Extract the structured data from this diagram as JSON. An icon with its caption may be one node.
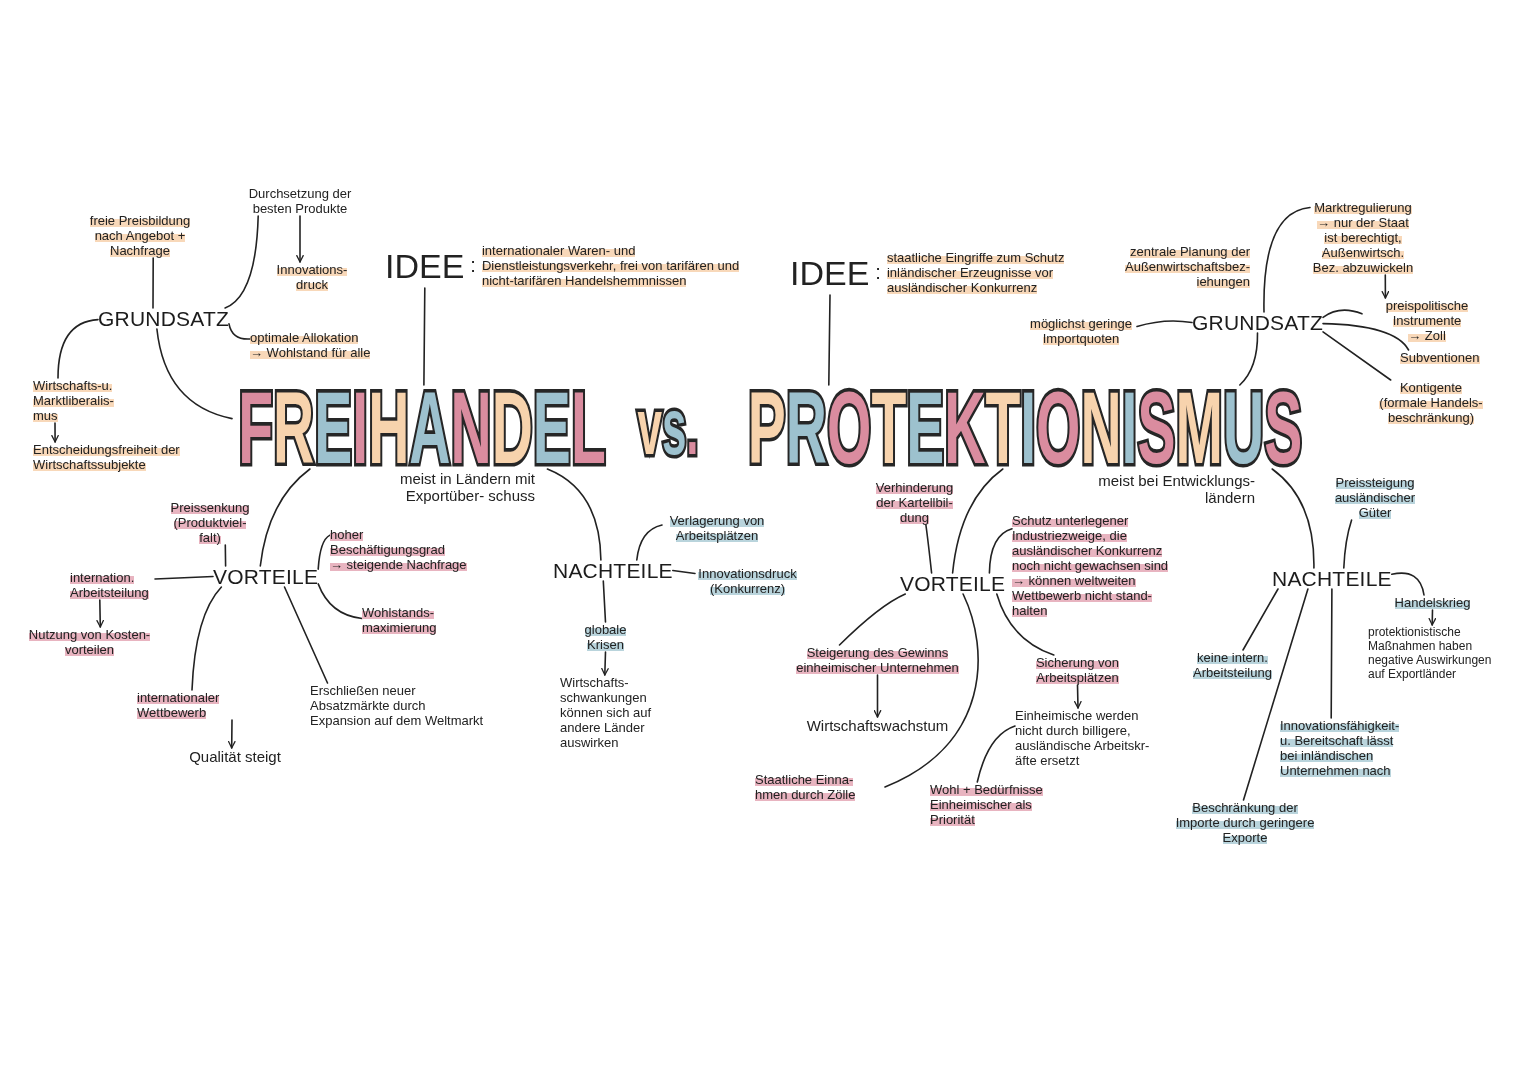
{
  "diagram": {
    "nodes": [
      {
        "text": [
          "Durchsetzung der besten Produkte"
        ]
      },
      {
        "text": [
          "freie Preisbildung nach Angebot + Nachfrage"
        ]
      },
      {
        "text": [
          "Innovations- druck"
        ]
      },
      {
        "text": [
          "IDEE",
          ":",
          "internationaler Waren- und Dienstleistungsverkehr, frei von tarifären und nicht-tarifären Handelshemmnissen"
        ]
      },
      {
        "text": [
          "IDEE",
          ":",
          "staatliche Eingriffe zum Schutz inländischer Erzeugnisse vor ausländischer Konkurrenz"
        ]
      },
      {
        "text": [
          "Marktregulierung → nur der Staat ist berechtigt, Außenwirtsch. Bez. abzuwickeln"
        ]
      },
      {
        "text": [
          "zentrale Planung der Außenwirtschaftsbez- iehungen"
        ]
      },
      {
        "text": [
          "GRUNDSATZ"
        ]
      },
      {
        "text": [
          "optimale Allokation",
          "→ Wohlstand für alle"
        ]
      },
      {
        "text": [
          "möglichst geringe Importquoten"
        ]
      },
      {
        "text": [
          "GRUNDSATZ"
        ]
      },
      {
        "text": [
          "preispolitische Instrumente",
          "→ Zoll"
        ]
      },
      {
        "text": [
          "Subventionen"
        ]
      },
      {
        "text": [
          "Wirtschafts-u. Marktliberalis- mus"
        ]
      },
      {
        "text": [
          "FREIHANDEL"
        ]
      },
      {
        "text": [
          "PROTEKTIONISMUS"
        ]
      },
      {
        "text": [
          "Kontigente (formale Handels- beschränkung)"
        ]
      },
      {
        "text": [
          "Entscheidungsfreiheit der Wirtschaftssubjekte"
        ]
      },
      {
        "text": [
          "Preissenkung (Produktviel- falt)"
        ]
      },
      {
        "text": [
          "Verhinderung der Kartellbil- dung"
        ]
      },
      {
        "text": [
          "Verlagerung von Arbeitsplätzen"
        ]
      },
      {
        "text": [
          "Schutz unterlegener Industriezweige, die ausländischer Konkurrenz noch nicht gewachsen sind → können weltweiten Wettbewerb nicht stand- halten"
        ]
      },
      {
        "text": [
          "Preissteigung ausländischer Güter"
        ]
      },
      {
        "text": [
          "hoher Beschäftigungsgrad",
          "→ steigende Nachfrage"
        ]
      },
      {
        "text": [
          "internation. Arbeitsteilung"
        ]
      },
      {
        "text": [
          "VORTEILE"
        ]
      },
      {
        "text": [
          "NACHTEILE"
        ]
      },
      {
        "text": [
          "Innovationsdruck (Konkurrenz)"
        ]
      },
      {
        "text": [
          "VORTEILE"
        ]
      },
      {
        "text": [
          "NACHTEILE"
        ]
      },
      {
        "text": [
          "Handelskrieg"
        ]
      },
      {
        "text": [
          "Wohlstands- maximierung"
        ]
      },
      {
        "text": [
          "Nutzung von Kosten- vorteilen"
        ]
      },
      {
        "text": [
          "globale Krisen"
        ]
      },
      {
        "text": [
          "Steigerung des Gewinns einheimischer Unternehmen"
        ]
      },
      {
        "text": [
          "Sicherung von Arbeitsplätzen"
        ]
      },
      {
        "text": [
          "keine intern. Arbeitsteilung"
        ]
      },
      {
        "text": [
          "protektionistische Maßnahmen haben negative Auswirkungen auf Exportländer"
        ]
      },
      {
        "text": [
          "Wirtschafts- schwankungen können sich auf andere Länder auswirken"
        ]
      },
      {
        "text": [
          "Erschließen neuer Absatzmärkte durch Expansion auf dem Weltmarkt"
        ]
      },
      {
        "text": [
          "internationaler Wettbewerb"
        ]
      },
      {
        "text": [
          "Wirtschaftswachstum"
        ]
      },
      {
        "text": [
          "Einheimische werden nicht durch billigere, ausländische Arbeitskr- äfte ersetzt"
        ]
      },
      {
        "text": [
          "Innovationsfähigkeit- u. Bereitschaft lässt bei inländischen Unternehmen nach"
        ]
      },
      {
        "text": [
          "Qualität steigt"
        ]
      },
      {
        "text": [
          "Staatliche Einna- hmen durch Zölle"
        ]
      },
      {
        "text": [
          "Wohl + Bedürfnisse Einheimischer als Priorität"
        ]
      },
      {
        "text": [
          "Beschränkung der Importe durch geringere Exporte"
        ]
      }
    ],
    "edges": [
      {
        "from": 7,
        "to": 1,
        "arrow": "none"
      },
      {
        "from": 7,
        "to": 0,
        "arrow": "none"
      },
      {
        "from": 0,
        "to": 2,
        "arrow": "to"
      },
      {
        "from": 7,
        "to": 8,
        "arrow": "none"
      },
      {
        "from": 7,
        "to": 13,
        "arrow": "none"
      },
      {
        "from": 13,
        "to": 17,
        "arrow": "to"
      },
      {
        "from": 7,
        "to": 14,
        "arrow": "none"
      },
      {
        "from": 3,
        "to": 14,
        "arrow": "none"
      },
      {
        "from": 14,
        "to": 25,
        "arrow": "none"
      },
      {
        "from": 25,
        "to": 18,
        "arrow": "none"
      },
      {
        "from": 25,
        "to": 23,
        "arrow": "none"
      },
      {
        "from": 25,
        "to": 24,
        "arrow": "none"
      },
      {
        "from": 24,
        "to": 32,
        "arrow": "to"
      },
      {
        "from": 25,
        "to": 31,
        "arrow": "none"
      },
      {
        "from": 25,
        "to": 40,
        "arrow": "none"
      },
      {
        "from": 40,
        "to": 44,
        "arrow": "to"
      },
      {
        "from": 25,
        "to": 39,
        "arrow": "none"
      },
      {
        "from": 14,
        "to": 26,
        "arrow": "none"
      },
      {
        "from": 26,
        "to": 20,
        "arrow": "none"
      },
      {
        "from": 26,
        "to": 27,
        "arrow": "none"
      },
      {
        "from": 26,
        "to": 33,
        "arrow": "none"
      },
      {
        "from": 33,
        "to": 38,
        "arrow": "to"
      },
      {
        "from": 4,
        "to": 15,
        "arrow": "none"
      },
      {
        "from": 10,
        "to": 15,
        "arrow": "none"
      },
      {
        "from": 10,
        "to": 5,
        "arrow": "none"
      },
      {
        "from": 5,
        "to": 11,
        "arrow": "to"
      },
      {
        "from": 10,
        "to": 9,
        "arrow": "none"
      },
      {
        "from": 10,
        "to": 11,
        "arrow": "none"
      },
      {
        "from": 10,
        "to": 12,
        "arrow": "none"
      },
      {
        "from": 10,
        "to": 16,
        "arrow": "none"
      },
      {
        "from": 15,
        "to": 28,
        "arrow": "none"
      },
      {
        "from": 28,
        "to": 19,
        "arrow": "none"
      },
      {
        "from": 28,
        "to": 21,
        "arrow": "none"
      },
      {
        "from": 28,
        "to": 34,
        "arrow": "none"
      },
      {
        "from": 34,
        "to": 41,
        "arrow": "to"
      },
      {
        "from": 28,
        "to": 45,
        "arrow": "none"
      },
      {
        "from": 28,
        "to": 35,
        "arrow": "none"
      },
      {
        "from": 35,
        "to": 42,
        "arrow": "to"
      },
      {
        "from": 42,
        "to": 46,
        "arrow": "none"
      },
      {
        "from": 15,
        "to": 29,
        "arrow": "none"
      },
      {
        "from": 29,
        "to": 22,
        "arrow": "none"
      },
      {
        "from": 29,
        "to": 30,
        "arrow": "none"
      },
      {
        "from": 30,
        "to": 37,
        "arrow": "to"
      },
      {
        "from": 29,
        "to": 36,
        "arrow": "none"
      },
      {
        "from": 29,
        "to": 47,
        "arrow": "none"
      },
      {
        "from": 29,
        "to": 43,
        "arrow": "none"
      }
    ],
    "labels": [
      "vs.",
      "meist in Ländern mit Exportüber- schuss",
      "meist bei Entwicklungs- ländern"
    ]
  }
}
